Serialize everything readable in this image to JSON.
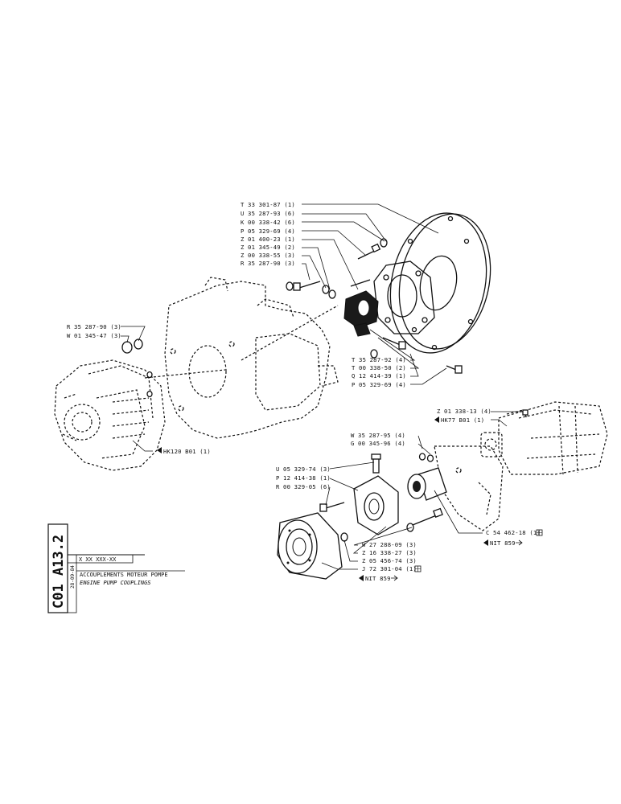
{
  "sheet": {
    "code": "C01 A13.2",
    "ref_number": "X XX XXX-XX",
    "date": "28-09-84",
    "title_fr": "ACCOUPLEMENTS MOTEUR POMPE",
    "title_en": "ENGINE PUMP COUPLINGS"
  },
  "callouts_upper": [
    "T 33 301-87 (1)",
    "U 35 287-93 (6)",
    "K 00 338-42 (6)",
    "P 05 329-69 (4)",
    "Z 01 400-23 (1)",
    "Z 01 345-49 (2)",
    "Z 00 338-55 (3)",
    "R 35 287-90 (3)"
  ],
  "callouts_left": [
    "R 35 287-90 (3)",
    "W 01 345-47 (3)"
  ],
  "callouts_mid": [
    "T 35 287-92 (4)",
    "T 00 338-50 (2)",
    "Q 12 414-39 (1)",
    "P 05 329-69 (4)"
  ],
  "engine_ref": "HK120 B01 (1)",
  "pump_callouts": [
    "Z 01 338-13 (4)",
    "HK77 B01 (1)"
  ],
  "lower_right_callouts": [
    "W 35 287-95 (4)",
    "G 00 345-96 (4)"
  ],
  "lower_left_callouts": [
    "U 05 329-74 (3)",
    "P 12 414-38 (1)",
    "R 00 329-05 (6)"
  ],
  "lower_mid_callouts": [
    "W 27 288-09 (3)",
    "Z 16 338-27 (3)",
    "Z 05 456-74 (3)",
    "J 72 301-04 (1)"
  ],
  "c_ref": "C 54 462-18 (1)",
  "nit_refs": [
    "NIT 859",
    "NIT 859"
  ]
}
